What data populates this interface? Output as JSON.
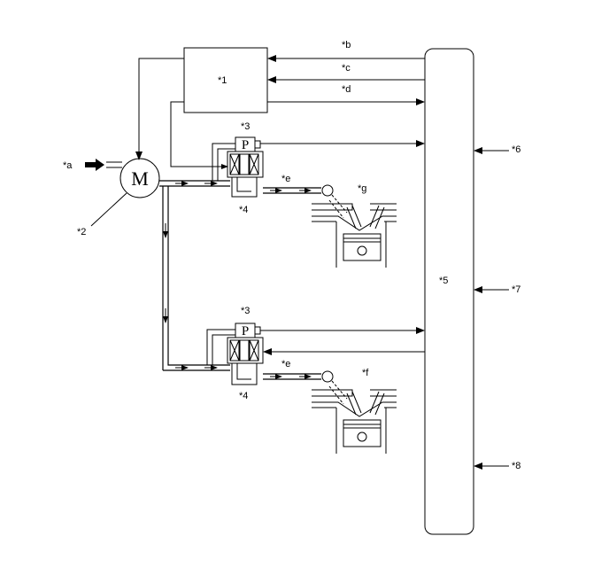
{
  "labels": {
    "ecm": "*1",
    "motor_ref": "*2",
    "vvt_sensor_upper": "*3",
    "vvt_sensor_lower": "*3",
    "ocv_upper": "*4",
    "ocv_lower": "*4",
    "controller": "*5",
    "input_6": "*6",
    "input_7": "*7",
    "input_8": "*8",
    "input_a": "*a",
    "signal_b": "*b",
    "signal_c": "*c",
    "signal_d": "*d",
    "oil_e_upper": "*e",
    "oil_e_lower": "*e",
    "engine_f": "*f",
    "engine_g": "*g",
    "motor_symbol": "M",
    "pressure_symbol_upper": "P",
    "pressure_symbol_lower": "P"
  },
  "colors": {
    "line": "#000000",
    "background": "#ffffff"
  }
}
